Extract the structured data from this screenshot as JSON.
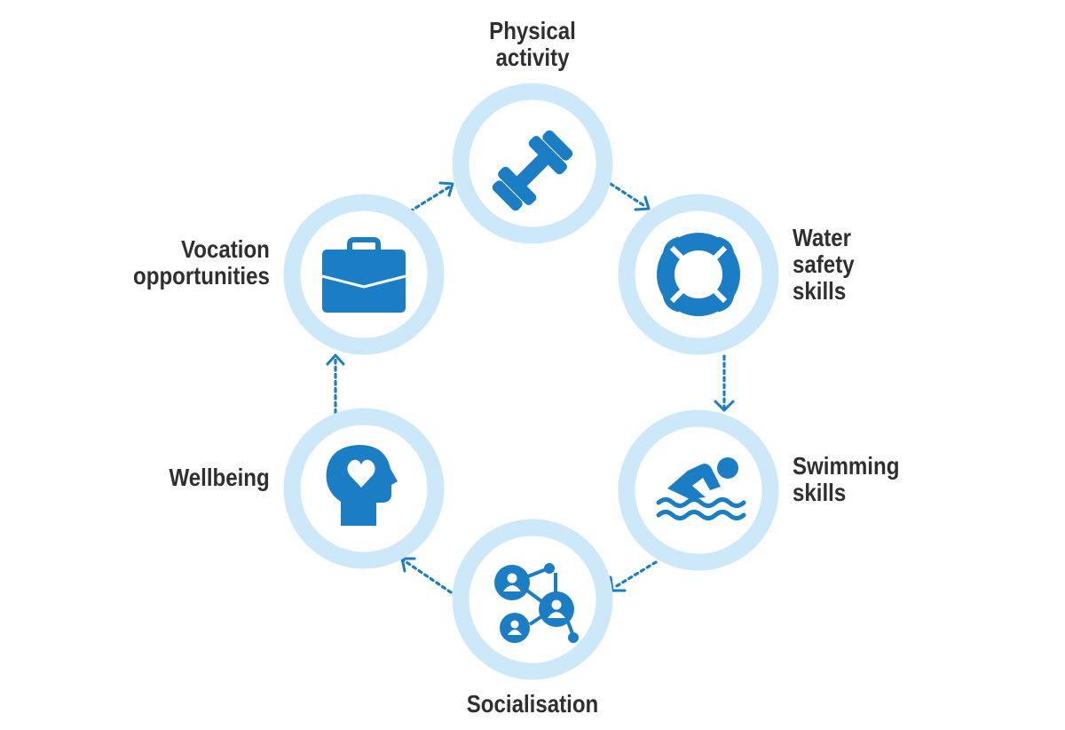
{
  "diagram": {
    "nodes": [
      {
        "id": "physical-activity",
        "label_lines": [
          "Physical",
          "activity"
        ],
        "icon": "dumbbell-icon"
      },
      {
        "id": "water-safety-skills",
        "label_lines": [
          "Water",
          "safety",
          "skills"
        ],
        "icon": "lifebuoy-icon"
      },
      {
        "id": "swimming-skills",
        "label_lines": [
          "Swimming",
          "skills"
        ],
        "icon": "swimmer-icon"
      },
      {
        "id": "socialisation",
        "label_lines": [
          "Socialisation"
        ],
        "icon": "social-network-icon"
      },
      {
        "id": "wellbeing",
        "label_lines": [
          "Wellbeing"
        ],
        "icon": "head-heart-icon"
      },
      {
        "id": "vocation-opportunities",
        "label_lines": [
          "Vocation",
          "opportunities"
        ],
        "icon": "briefcase-icon"
      }
    ],
    "flow": "clockwise",
    "colors": {
      "icon": "#1b7dc4",
      "ring": "#cde9f9",
      "text": "#2f2f2f",
      "arrow": "#1b7dc4"
    }
  }
}
